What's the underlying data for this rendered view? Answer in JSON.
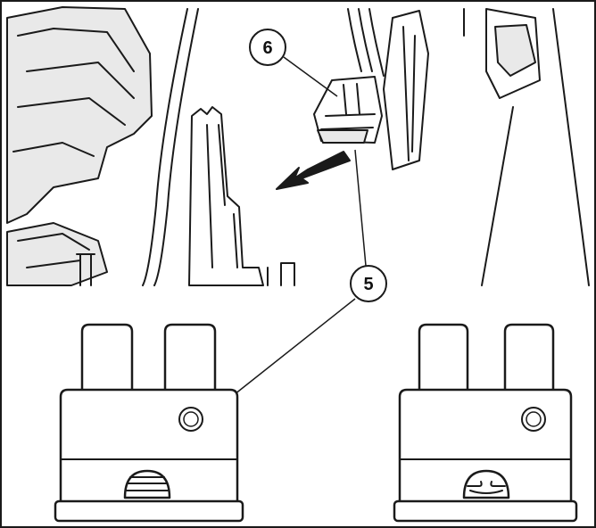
{
  "callouts": [
    {
      "id": "6",
      "label": "6"
    },
    {
      "id": "5",
      "label": "5"
    }
  ],
  "colors": {
    "ink": "#1a1a1a",
    "paper": "#ffffff",
    "shade": "#e9e9e9"
  }
}
